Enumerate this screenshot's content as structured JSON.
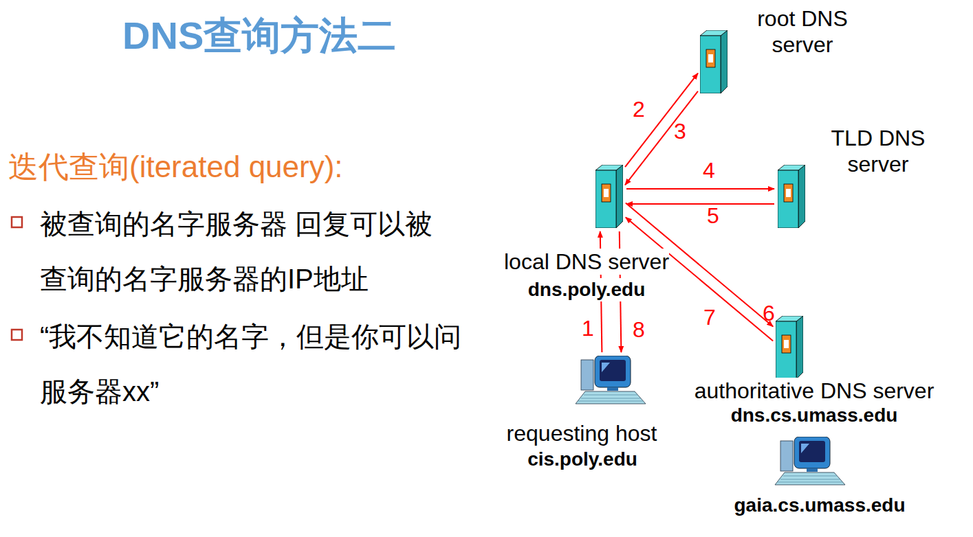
{
  "diagram": {
    "title": "DNS查询方法二",
    "nodes": [
      {
        "text": [
          "root DNS server"
        ]
      },
      {
        "text": [
          "TLD DNS server"
        ]
      },
      {
        "text": [
          "local DNS server",
          "dns.poly.edu"
        ]
      },
      {
        "text": [
          "requesting host",
          "cis.poly.edu"
        ]
      },
      {
        "text": [
          "authoritative DNS server",
          "dns.cs.umass.edu"
        ]
      },
      {
        "text": [
          "gaia.cs.umass.edu"
        ]
      }
    ],
    "edges": [
      {
        "from": 3,
        "to": 2,
        "label": "1",
        "arrow": "to"
      },
      {
        "from": 2,
        "to": 0,
        "label": "2",
        "arrow": "to"
      },
      {
        "from": 0,
        "to": 2,
        "label": "3",
        "arrow": "to"
      },
      {
        "from": 2,
        "to": 1,
        "label": "4",
        "arrow": "to"
      },
      {
        "from": 1,
        "to": 2,
        "label": "5",
        "arrow": "to"
      },
      {
        "from": 2,
        "to": 4,
        "label": "6",
        "arrow": "to"
      },
      {
        "from": 4,
        "to": 2,
        "label": "7",
        "arrow": "to"
      },
      {
        "from": 2,
        "to": 3,
        "label": "8",
        "arrow": "to"
      }
    ],
    "labels": [
      "迭代查询(iterated query):",
      "被查询的名字服务器 回复可以被查询的名字服务器的IP地址",
      "“我不知道它的名字，但是你可以问服务器xx”"
    ]
  }
}
